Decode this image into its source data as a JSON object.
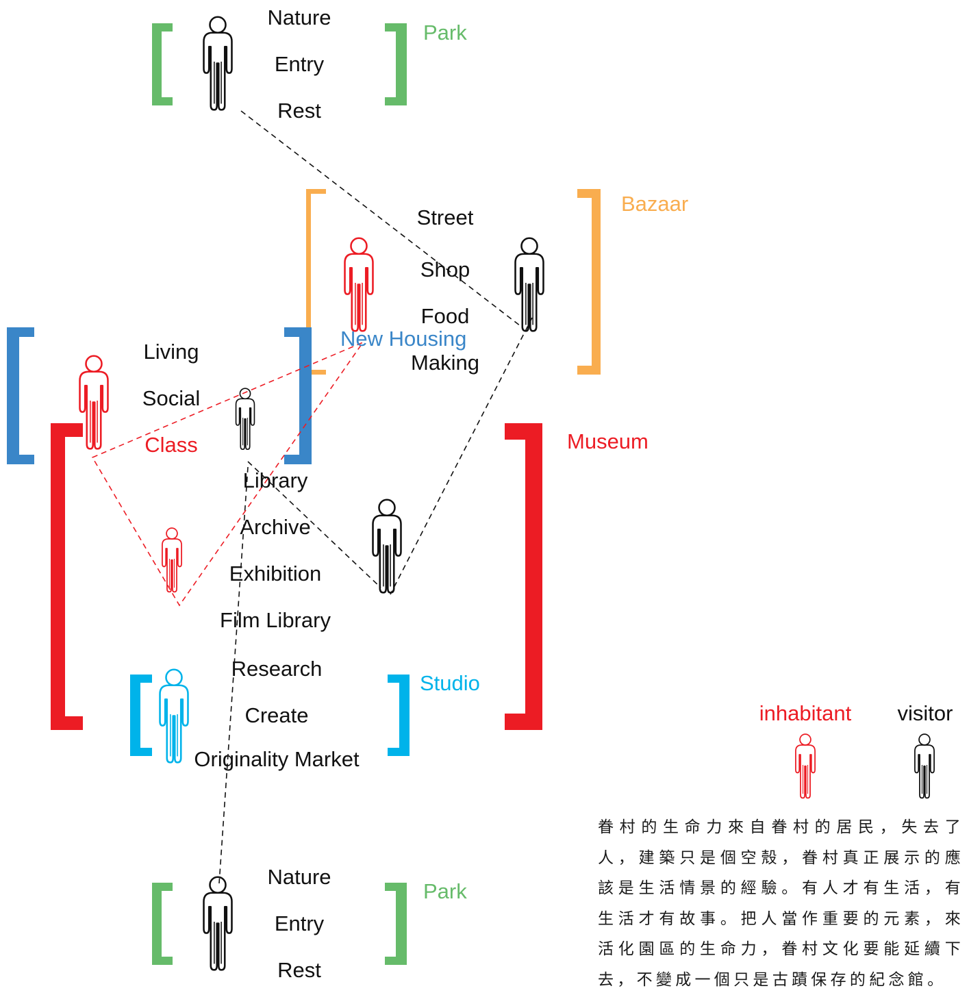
{
  "colors": {
    "park": "#66bb6a",
    "bazaar": "#f9ad4f",
    "housing": "#3a86c8",
    "museum": "#ec1c24",
    "studio": "#00b3ea",
    "inhabitant": "#ec1c24",
    "visitor": "#111111",
    "text": "#111111"
  },
  "zones": {
    "park_top": {
      "name": "Park",
      "items": [
        "Nature",
        "Entry",
        "Rest"
      ]
    },
    "bazaar": {
      "name": "Bazaar",
      "items": [
        "Street",
        "Shop",
        "Food",
        "Making"
      ]
    },
    "housing": {
      "name": "New Housing",
      "items": [
        "Living",
        "Social",
        "Class"
      ]
    },
    "museum": {
      "name": "Museum",
      "items": [
        "Library",
        "Archive",
        "Exhibition",
        "Film Library",
        "Research"
      ]
    },
    "studio": {
      "name": "Studio",
      "items": [
        "Create",
        "Originality Market"
      ]
    },
    "park_bottom": {
      "name": "Park",
      "items": [
        "Nature",
        "Entry",
        "Rest"
      ]
    }
  },
  "legend": {
    "inhabitant": "inhabitant",
    "visitor": "visitor"
  },
  "description": "眷村的生命力來自眷村的居民，失去了人，建築只是個空殼，眷村真正展示的應該是生活情景的經驗。有人才有生活，有生活才有故事。把人當作重要的元素，來活化園區的生命力，眷村文化要能延續下去，不變成一個只是古蹟保存的紀念館。"
}
